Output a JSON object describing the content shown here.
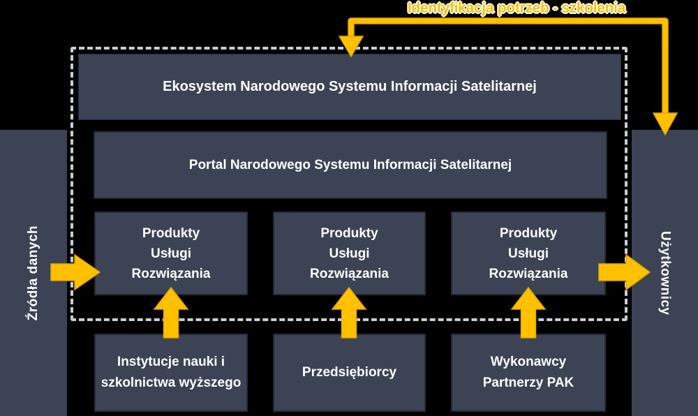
{
  "banner": {
    "label": "Identyfikacja potrzeb - szkolenia"
  },
  "ecosystem": {
    "title": "Ekosystem Narodowego Systemu Informacji Satelitarnej"
  },
  "portal": {
    "title": "Portal Narodowego Systemu Informacji Satelitarnej"
  },
  "products": [
    {
      "lines": [
        "Produkty",
        "Usługi",
        "Rozwiązania"
      ]
    },
    {
      "lines": [
        "Produkty",
        "Usługi",
        "Rozwiązania"
      ]
    },
    {
      "lines": [
        "Produkty",
        "Usługi",
        "Rozwiązania"
      ]
    }
  ],
  "bottom_boxes": [
    {
      "lines": [
        "Instytucje nauki i",
        "szkolnictwa wyższego"
      ]
    },
    {
      "lines": [
        "Przedsiębiorcy"
      ]
    },
    {
      "lines": [
        "Wykonawcy",
        "Partnerzy PAK"
      ]
    }
  ],
  "sidebars": {
    "left": "Źródła danych",
    "right": "Użytkownicy"
  },
  "colors": {
    "accent_yellow": "#FFC000",
    "arrow_outline": "#E2A600",
    "box_fill": "#3B4354",
    "box_border": "#252B38",
    "dash": "#C9CED4",
    "text": "#FFFFFF",
    "background": "#000000"
  }
}
